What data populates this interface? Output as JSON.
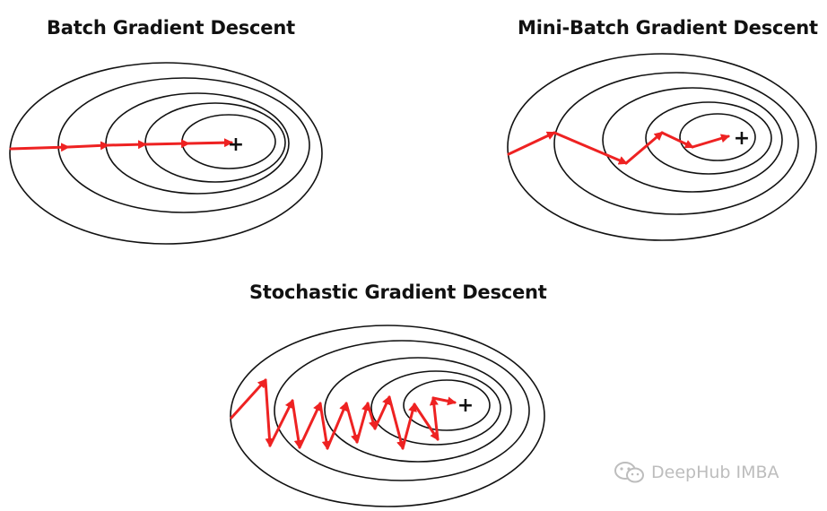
{
  "diagrams": {
    "batch": {
      "title": "Batch Gradient Descent"
    },
    "minibatch": {
      "title": "Mini-Batch Gradient Descent"
    },
    "stochastic": {
      "title": "Stochastic Gradient Descent"
    }
  },
  "optimum_marker": "+",
  "watermark": {
    "text": "DeepHub IMBA",
    "icon": "wechat-icon"
  },
  "colors": {
    "path": "#ee2222",
    "contour": "#111111",
    "watermark": "#bdbdbd"
  }
}
